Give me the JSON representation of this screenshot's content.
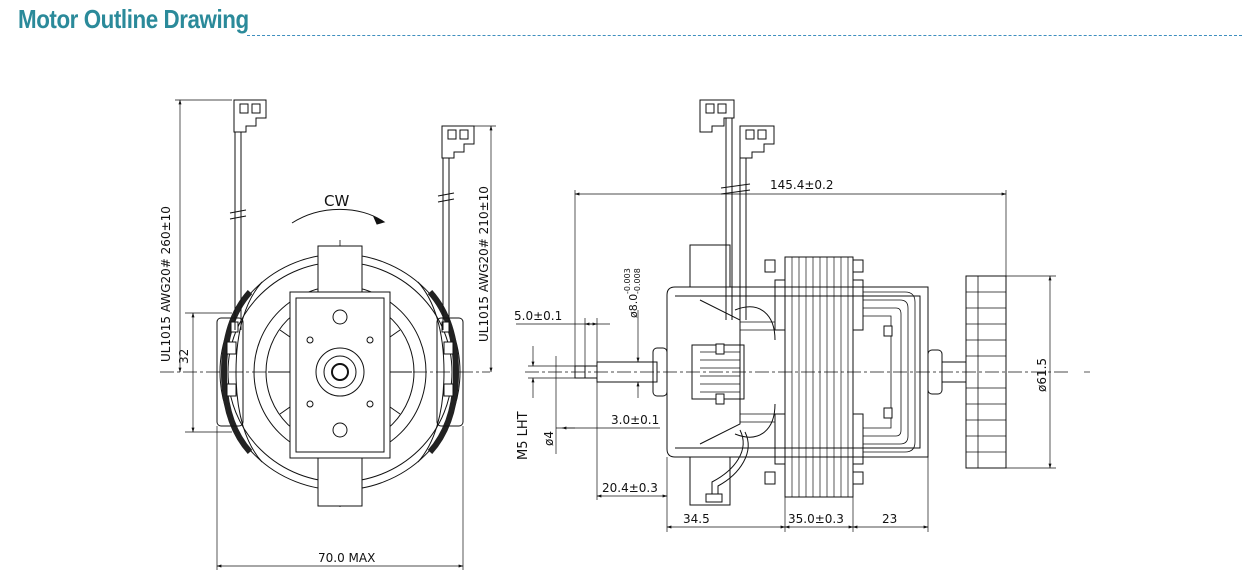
{
  "header": {
    "title": "Motor Outline Drawing"
  },
  "colors": {
    "title": "#2b8a9a",
    "rule": "#3f8fbf",
    "line": "#111111"
  },
  "front_view": {
    "rotation_label": "CW",
    "lead_left_label": "UL1015  AWG20#   260±10",
    "lead_right_label": "UL1015  AWG20#   210±10",
    "mount_spacing": "32",
    "overall_width": "70.0  MAX"
  },
  "side_view": {
    "overall_length": "145.4±0.2",
    "shaft_step": "5.0±0.1",
    "shaft_flat": "3.0±0.1",
    "shaft_thread": "M5 LHT",
    "shaft_dia": "ø4",
    "shaft_dia_tol_dia": "ø8.0",
    "shaft_dia_tol_upper": "-0.003",
    "shaft_dia_tol_lower": "-0.008",
    "shaft_extension": "20.4±0.3",
    "body_a": "34.5",
    "body_b": "35.0±0.3",
    "body_c": "23",
    "fan_dia": "ø61.5"
  }
}
